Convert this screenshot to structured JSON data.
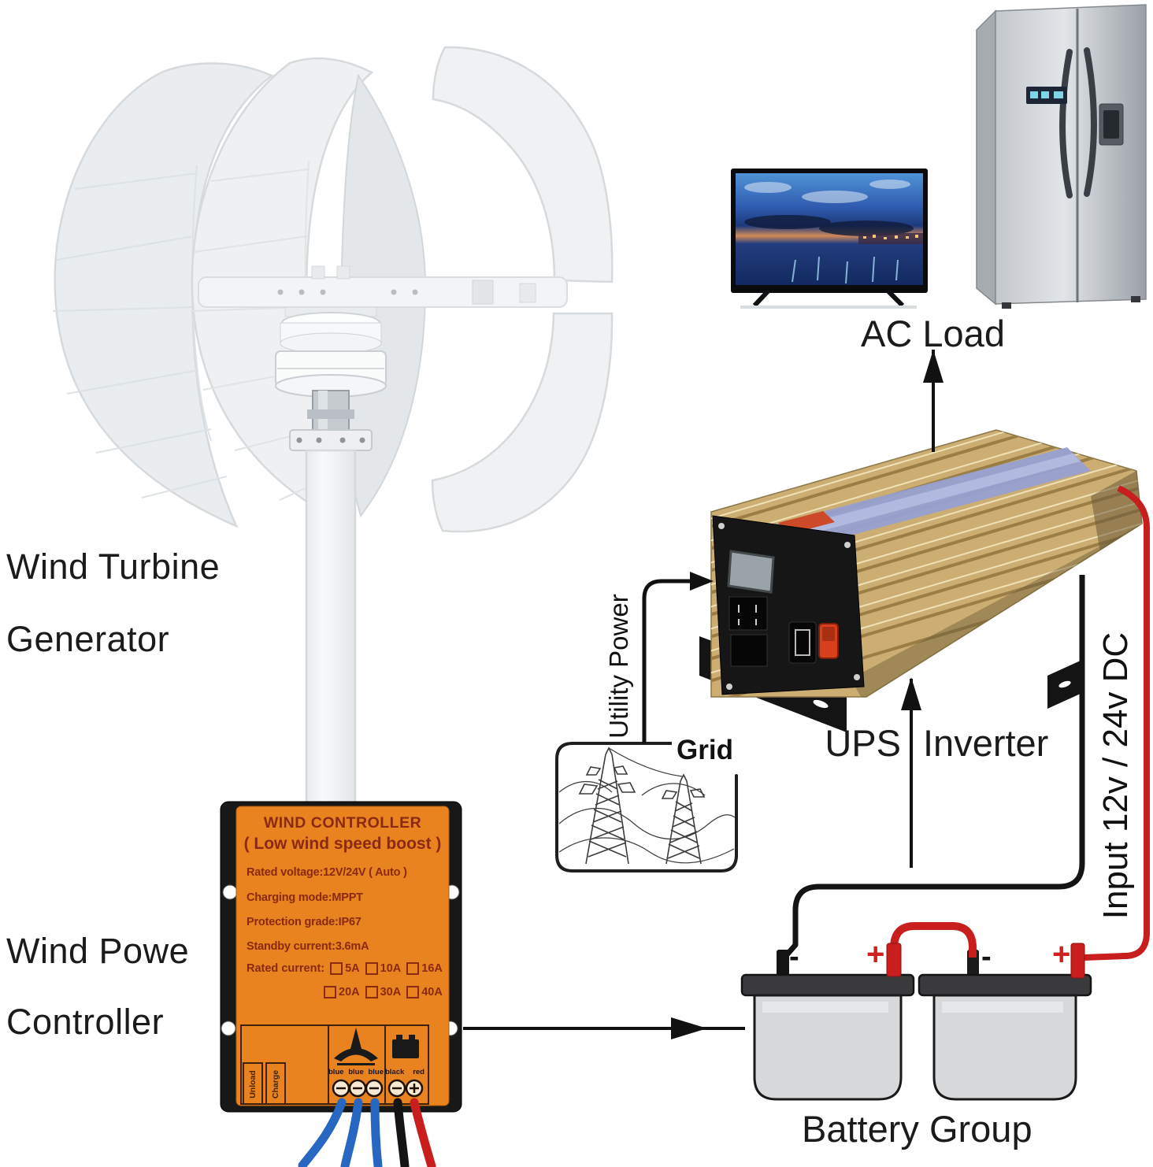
{
  "colors": {
    "accent_orange": "#E8831F",
    "controller_text": "#8A2A12",
    "wire_red": "#C81E1E",
    "wire_blue": "#2767C2",
    "wire_black": "#141414",
    "label_black": "#1B1B1B"
  },
  "labels": {
    "turbine_line1": "Wind Turbine",
    "turbine_line2": "Generator",
    "controller_line1": "Wind Powe",
    "controller_line2": "Controller",
    "ac_load": "AC Load",
    "ups": "UPS",
    "inverter": "Inverter",
    "input_dc": "Input 12v / 24v DC",
    "utility_power": "Utility Power",
    "grid": "Grid",
    "battery_group": "Battery Group"
  },
  "controller_panel": {
    "title": "WIND CONTROLLER",
    "subtitle": "( Low wind speed boost )",
    "spec_1": "Rated voltage:12V/24V ( Auto )",
    "spec_2": "Charging mode:MPPT",
    "spec_3": "Protection grade:IP67",
    "spec_4": "Standby current:3.6mA",
    "rated_current_label": "Rated current:",
    "current_options": [
      "5A",
      "10A",
      "16A",
      "20A",
      "30A",
      "40A"
    ],
    "terminal_unload": "Unload",
    "terminal_charge": "Charge",
    "wind_wire_labels": [
      "blue",
      "blue",
      "blue"
    ],
    "battery_wire_labels": [
      "black",
      "red"
    ]
  },
  "battery": {
    "positive": "+",
    "negative": "-"
  }
}
